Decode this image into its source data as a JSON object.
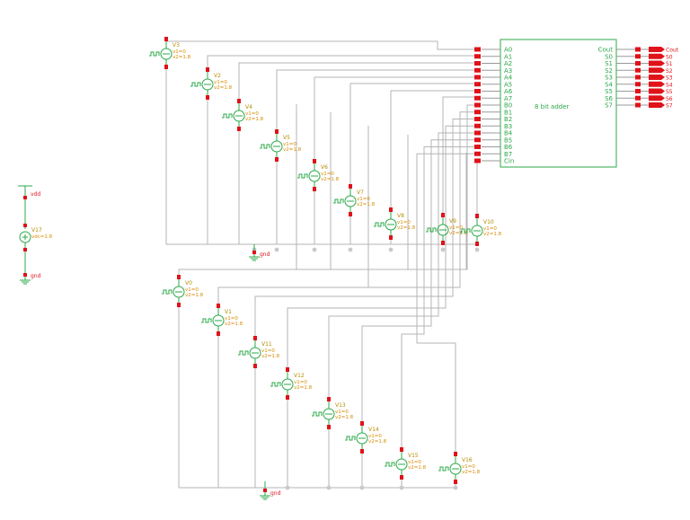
{
  "block": {
    "title": "8 bit adder",
    "inputs": [
      "A0",
      "A1",
      "A2",
      "A3",
      "A4",
      "A5",
      "A6",
      "A7",
      "B0",
      "B1",
      "B2",
      "B3",
      "B4",
      "B5",
      "B6",
      "B7",
      "Cin"
    ],
    "outputs": [
      "Cout",
      "S0",
      "S1",
      "S2",
      "S3",
      "S4",
      "S5",
      "S6",
      "S7"
    ]
  },
  "out_terminals": [
    "Cout",
    "S0",
    "S1",
    "S2",
    "S3",
    "S4",
    "S5",
    "S6",
    "S7"
  ],
  "sources_a": [
    {
      "name": "V3",
      "v1": "v1=0",
      "v2": "v2=1.8"
    },
    {
      "name": "V2",
      "v1": "v1=0",
      "v2": "v2=1.8"
    },
    {
      "name": "V4",
      "v1": "v1=0",
      "v2": "v2=1.8"
    },
    {
      "name": "V5",
      "v1": "v1=0",
      "v2": "v2=1.8"
    },
    {
      "name": "V6",
      "v1": "v1=0",
      "v2": "v2=1.8"
    },
    {
      "name": "V7",
      "v1": "v1=0",
      "v2": "v2=1.8"
    },
    {
      "name": "V8",
      "v1": "v1=0",
      "v2": "v2=1.8"
    },
    {
      "name": "V9",
      "v1": "v1=0",
      "v2": "v2=1.8"
    },
    {
      "name": "V10",
      "v1": "v1=0",
      "v2": "v2=1.8"
    }
  ],
  "sources_b": [
    {
      "name": "V0",
      "v1": "v1=0",
      "v2": "v2=1.8"
    },
    {
      "name": "V1",
      "v1": "v1=0",
      "v2": "v2=1.8"
    },
    {
      "name": "V11",
      "v1": "v1=0",
      "v2": "v2=1.8"
    },
    {
      "name": "V12",
      "v1": "v1=0",
      "v2": "v2=1.8"
    },
    {
      "name": "V13",
      "v1": "v1=0",
      "v2": "v2=1.8"
    },
    {
      "name": "V14",
      "v1": "v1=0",
      "v2": "v2=1.8"
    },
    {
      "name": "V15",
      "v1": "v1=0",
      "v2": "v2=1.8"
    },
    {
      "name": "V16",
      "v1": "v1=0",
      "v2": "v2=1.8"
    }
  ],
  "supply": {
    "name": "V17",
    "param": "vdc=1.8",
    "vdd": "vdd",
    "gnd": "gnd"
  },
  "ground_labels": {
    "top": "gnd",
    "bottom": "gnd"
  }
}
